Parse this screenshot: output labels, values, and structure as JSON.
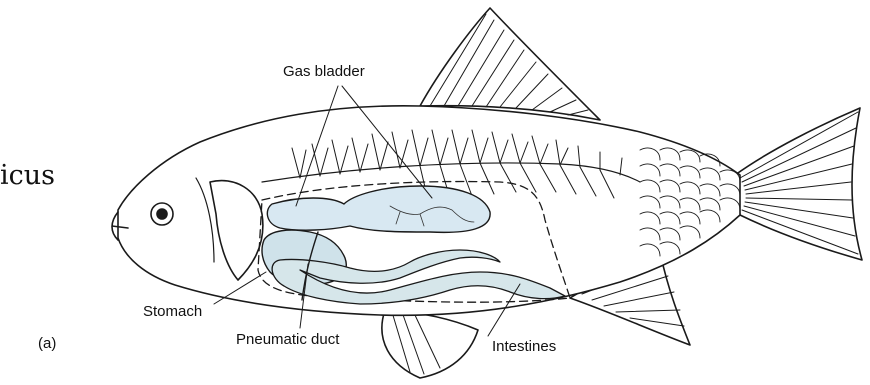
{
  "fragment_text": "icus",
  "panel_label": "(a)",
  "labels": {
    "gas_bladder": "Gas bladder",
    "stomach": "Stomach",
    "pneumatic_duct": "Pneumatic duct",
    "intestines": "Intestines"
  },
  "colors": {
    "outline": "#1a1a1a",
    "gas_bladder_fill": "#d8e8f2",
    "stomach_fill": "#cfe2ea",
    "intestine_fill": "#d6e6ea"
  }
}
